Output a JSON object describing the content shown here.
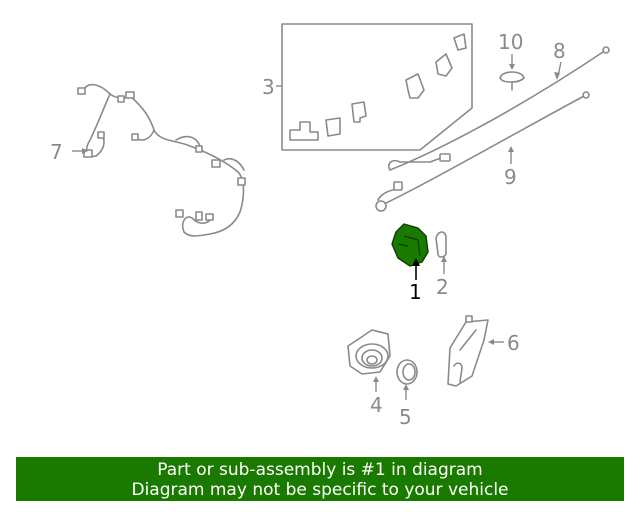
{
  "callouts": {
    "c1": "1",
    "c2": "2",
    "c3": "3",
    "c4": "4",
    "c5": "5",
    "c6": "6",
    "c7": "7",
    "c8": "8",
    "c9": "9",
    "c10": "10"
  },
  "highlighted_part": "1",
  "colors": {
    "highlight_fill": "#1a7a00",
    "line_gray": "#8a8a8a",
    "banner_bg": "#1a7a00",
    "banner_text": "#ffffff"
  },
  "banner": {
    "line1": "Part or sub-assembly is #1 in diagram",
    "line2": "Diagram may not be specific to your vehicle"
  }
}
